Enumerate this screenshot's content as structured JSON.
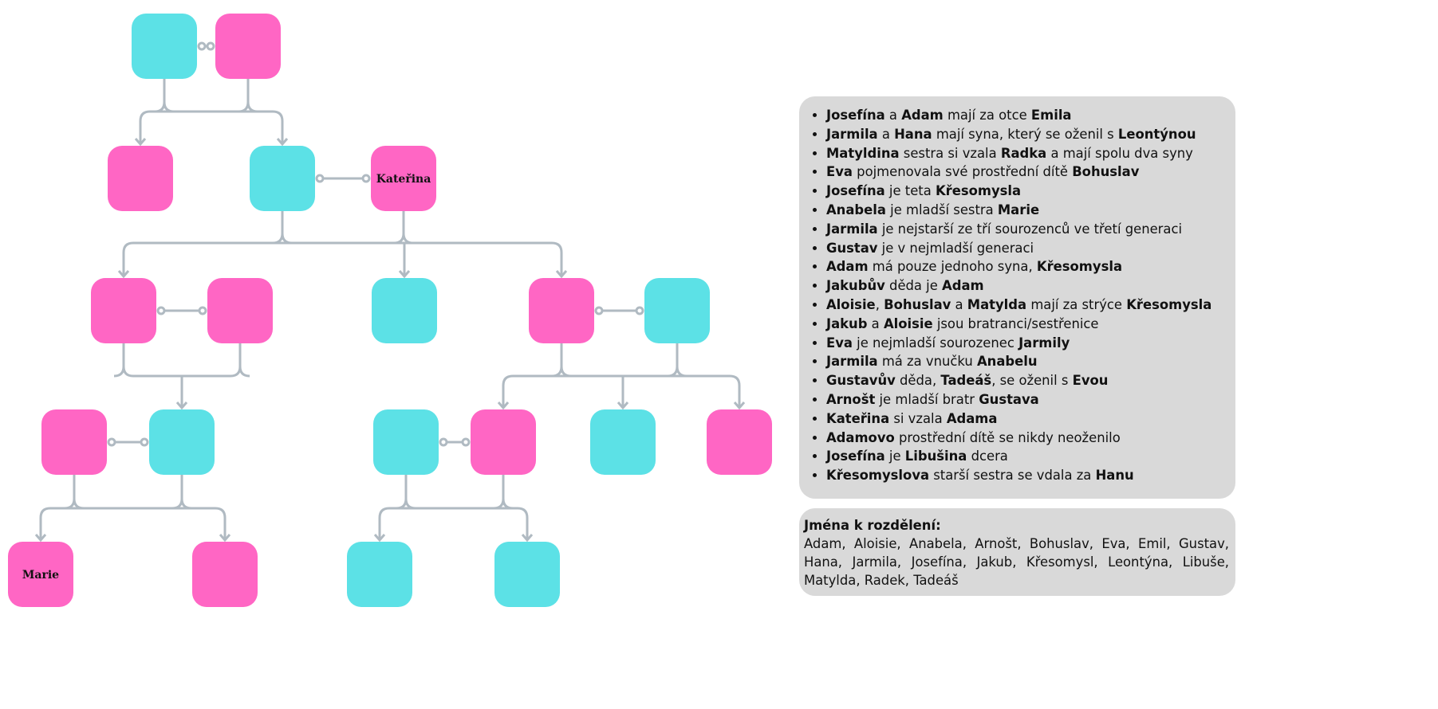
{
  "colors": {
    "male": "#5ce1e6",
    "female": "#ff66c4",
    "line": "#b0bac2",
    "panel": "#d9d9d9"
  },
  "tree": {
    "nodes": [
      {
        "id": "g1a",
        "gender": "male",
        "label": ""
      },
      {
        "id": "g1b",
        "gender": "female",
        "label": ""
      },
      {
        "id": "g2a",
        "gender": "female",
        "label": ""
      },
      {
        "id": "g2b",
        "gender": "male",
        "label": ""
      },
      {
        "id": "g2c",
        "gender": "female",
        "label": "Kateřina"
      },
      {
        "id": "g3a",
        "gender": "female",
        "label": ""
      },
      {
        "id": "g3b",
        "gender": "female",
        "label": ""
      },
      {
        "id": "g3c",
        "gender": "male",
        "label": ""
      },
      {
        "id": "g3d",
        "gender": "female",
        "label": ""
      },
      {
        "id": "g3e",
        "gender": "male",
        "label": ""
      },
      {
        "id": "g4a",
        "gender": "female",
        "label": ""
      },
      {
        "id": "g4b",
        "gender": "male",
        "label": ""
      },
      {
        "id": "g4c",
        "gender": "male",
        "label": ""
      },
      {
        "id": "g4d",
        "gender": "female",
        "label": ""
      },
      {
        "id": "g4e",
        "gender": "male",
        "label": ""
      },
      {
        "id": "g4f",
        "gender": "female",
        "label": ""
      },
      {
        "id": "g5a",
        "gender": "female",
        "label": "Marie"
      },
      {
        "id": "g5b",
        "gender": "female",
        "label": ""
      },
      {
        "id": "g5c",
        "gender": "male",
        "label": ""
      },
      {
        "id": "g5d",
        "gender": "male",
        "label": ""
      }
    ]
  },
  "clues": [
    [
      {
        "b": "Josefína"
      },
      " a ",
      {
        "b": "Adam"
      },
      " mají za otce ",
      {
        "b": "Emila"
      }
    ],
    [
      {
        "b": "Jarmila"
      },
      " a ",
      {
        "b": "Hana"
      },
      " mají syna, který se oženil s ",
      {
        "b": "Leontýnou"
      }
    ],
    [
      {
        "b": "Matyldina"
      },
      " sestra si vzala ",
      {
        "b": "Radka"
      },
      " a mají spolu dva syny"
    ],
    [
      {
        "b": "Eva"
      },
      " pojmenovala své prostřední dítě ",
      {
        "b": "Bohuslav"
      }
    ],
    [
      {
        "b": "Josefína"
      },
      " je teta ",
      {
        "b": "Křesomysla"
      }
    ],
    [
      {
        "b": "Anabela"
      },
      " je mladší sestra ",
      {
        "b": "Marie"
      }
    ],
    [
      {
        "b": "Jarmila"
      },
      " je nejstarší ze tří sourozenců ve třetí generaci"
    ],
    [
      {
        "b": "Gustav"
      },
      " je v nejmladší generaci"
    ],
    [
      {
        "b": "Adam"
      },
      " má pouze jednoho syna, ",
      {
        "b": "Křesomysla"
      }
    ],
    [
      {
        "b": "Jakubův"
      },
      " děda je ",
      {
        "b": "Adam"
      }
    ],
    [
      {
        "b": "Aloisie"
      },
      ", ",
      {
        "b": "Bohuslav"
      },
      " a ",
      {
        "b": "Matylda"
      },
      " mají za strýce ",
      {
        "b": "Křesomysla"
      }
    ],
    [
      {
        "b": "Jakub"
      },
      " a ",
      {
        "b": "Aloisie"
      },
      " jsou bratranci/sestřenice"
    ],
    [
      {
        "b": "Eva"
      },
      " je nejmladší sourozenec ",
      {
        "b": "Jarmily"
      }
    ],
    [
      {
        "b": "Jarmila"
      },
      " má za vnučku ",
      {
        "b": "Anabelu"
      }
    ],
    [
      {
        "b": "Gustavův"
      },
      " děda, ",
      {
        "b": "Tadeáš"
      },
      ", se oženil s ",
      {
        "b": "Evou"
      }
    ],
    [
      {
        "b": "Arnošt"
      },
      " je mladší bratr ",
      {
        "b": "Gustava"
      }
    ],
    [
      {
        "b": "Kateřina"
      },
      " si vzala ",
      {
        "b": "Adama"
      }
    ],
    [
      {
        "b": "Adamovo"
      },
      " prostřední dítě se nikdy neoženilo"
    ],
    [
      {
        "b": "Josefína"
      },
      " je ",
      {
        "b": "Libušina"
      },
      " dcera"
    ],
    [
      {
        "b": "Křesomyslova"
      },
      " starší sestra se vdala za ",
      {
        "b": "Hanu"
      }
    ]
  ],
  "names_box": {
    "title": "Jména k rozdělení:",
    "list": "Adam, Aloisie, Anabela, Arnošt, Bohuslav, Eva, Emil, Gustav, Hana, Jarmila, Josefína, Jakub, Křesomysl, Leontýna, Libuše, Matylda, Radek, Tadeáš"
  }
}
